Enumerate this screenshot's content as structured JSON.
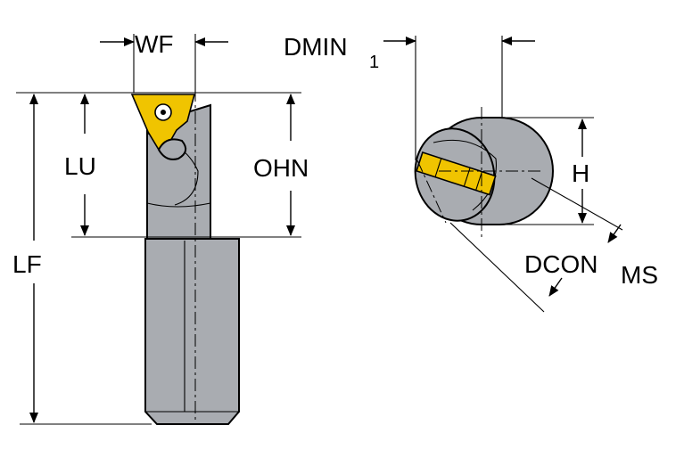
{
  "diagram": {
    "labels": {
      "wf": "WF",
      "lu": "LU",
      "lf": "LF",
      "ohn": "OHN",
      "dmin_main": "DMIN",
      "dmin_sub": "1",
      "h": "H",
      "dcon_main": "DCON",
      "dcon_sub": "MS"
    },
    "colors": {
      "body": "#a9acb1",
      "insert": "#f0c400",
      "line": "#000000"
    }
  }
}
